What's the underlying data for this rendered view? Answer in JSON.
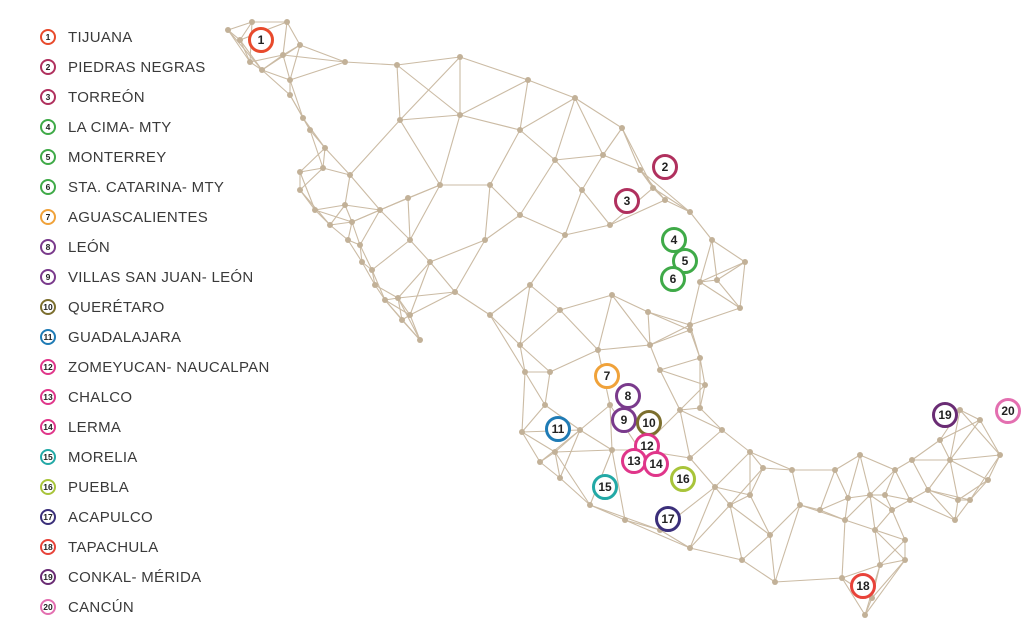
{
  "legend": [
    {
      "number": "1",
      "label": "TIJUANA",
      "color": "#e84a2c"
    },
    {
      "number": "2",
      "label": "PIEDRAS NEGRAS",
      "color": "#b0305e"
    },
    {
      "number": "3",
      "label": "TORREÓN",
      "color": "#b0305e"
    },
    {
      "number": "4",
      "label": "LA CIMA- MTY",
      "color": "#3faa48"
    },
    {
      "number": "5",
      "label": "MONTERREY",
      "color": "#3faa48"
    },
    {
      "number": "6",
      "label": "STA. CATARINA- MTY",
      "color": "#3faa48"
    },
    {
      "number": "7",
      "label": "AGUASCALIENTES",
      "color": "#f0a23a"
    },
    {
      "number": "8",
      "label": "LEÓN",
      "color": "#7a3a8c"
    },
    {
      "number": "9",
      "label": "VILLAS SAN JUAN- LEÓN",
      "color": "#7a3a8c"
    },
    {
      "number": "10",
      "label": "QUERÉTARO",
      "color": "#7c6f2e"
    },
    {
      "number": "11",
      "label": "GUADALAJARA",
      "color": "#1f7bb5"
    },
    {
      "number": "12",
      "label": "ZOMEYUCAN- NAUCALPAN",
      "color": "#e0368a"
    },
    {
      "number": "13",
      "label": "CHALCO",
      "color": "#e0368a"
    },
    {
      "number": "14",
      "label": "LERMA",
      "color": "#e0368a"
    },
    {
      "number": "15",
      "label": "MORELIA",
      "color": "#23a9a6"
    },
    {
      "number": "16",
      "label": "PUEBLA",
      "color": "#a8c43a"
    },
    {
      "number": "17",
      "label": "ACAPULCO",
      "color": "#3b2f7a"
    },
    {
      "number": "18",
      "label": "TAPACHULA",
      "color": "#e8433a"
    },
    {
      "number": "19",
      "label": "CONKAL- MÉRIDA",
      "color": "#6a2c74"
    },
    {
      "number": "20",
      "label": "CANCÚN",
      "color": "#e36fb0"
    }
  ],
  "network_color": "#cbbba4",
  "node_color": "#c2b198"
}
